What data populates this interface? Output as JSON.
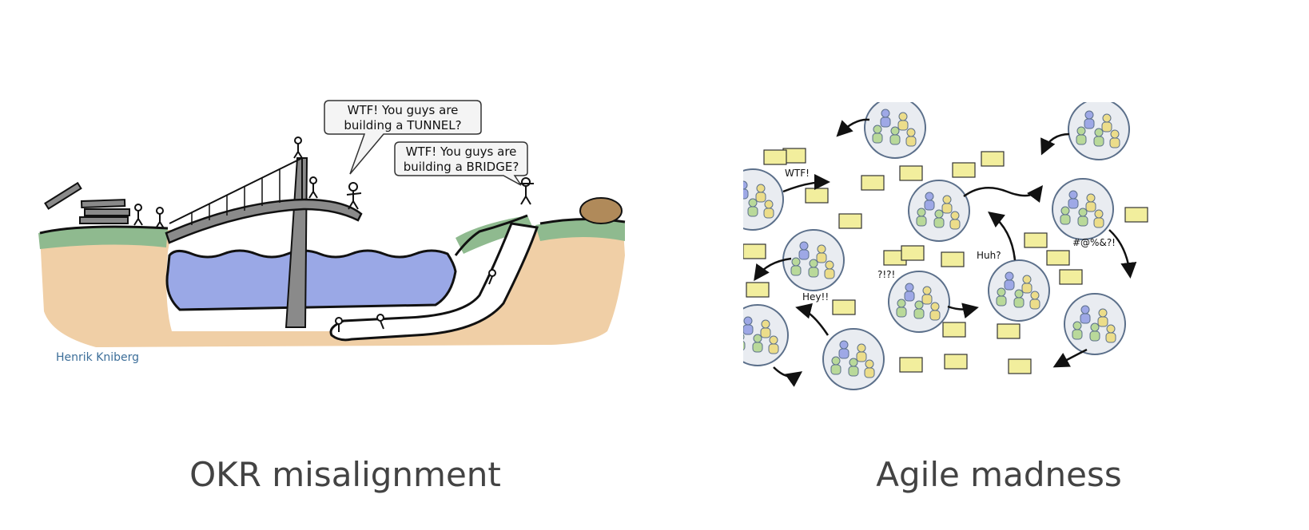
{
  "left_panel": {
    "caption": "OKR misalignment",
    "bubble_tunnel": {
      "line1": "WTF! You guys are",
      "line2": "building a TUNNEL?"
    },
    "bubble_bridge": {
      "line1": "WTF! You guys are",
      "line2": "building a BRIDGE?"
    },
    "signature": "Henrik Kniberg"
  },
  "right_panel": {
    "caption": "Agile madness",
    "exclamations": {
      "wtf": "WTF!",
      "huh": "Huh?",
      "hey": "Hey!!",
      "qmarks": "?!?!",
      "curse": "#@%&?!"
    }
  },
  "colors": {
    "caption_text": "#434343",
    "water": "#9aa8e6",
    "ground": "#f0cfa6",
    "grass": "#8fba8f",
    "sticky_note": "#f2ee9d",
    "team_circle": "#e9ecf1",
    "person_green": "#b9d99a",
    "person_yellow": "#ecdd8a",
    "person_blue": "#9ea8e6",
    "person_red": "#d89c9f"
  }
}
